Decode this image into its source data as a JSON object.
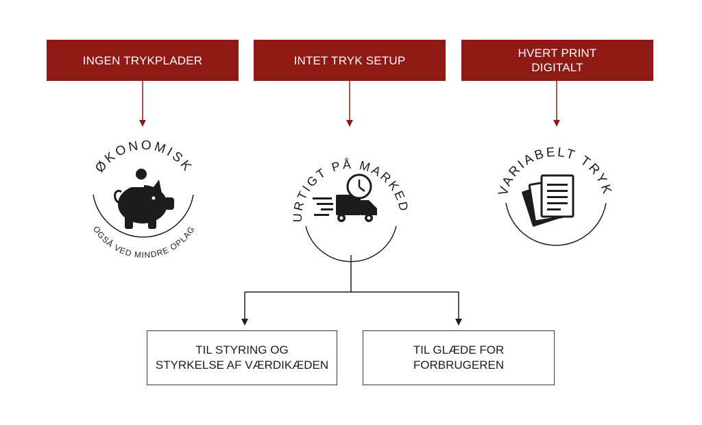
{
  "top_boxes": [
    {
      "line1": "INGEN TRYKPLADER",
      "line2": ""
    },
    {
      "line1": "INTET TRYK SETUP",
      "line2": ""
    },
    {
      "line1": "HVERT PRINT",
      "line2": "DIGITALT"
    }
  ],
  "badges": [
    {
      "title": "ØKONOMISK",
      "subtitle": "OGSÅ VED MINDRE OPLAG",
      "icon": "piggy-bank-icon"
    },
    {
      "title": "HURTIGT PÅ MARKEDET",
      "subtitle": "",
      "icon": "delivery-truck-clock-icon"
    },
    {
      "title": "VARIABELT TRYK",
      "subtitle": "",
      "icon": "document-stack-icon"
    }
  ],
  "bottom_boxes": [
    {
      "line1": "TIL STYRING OG",
      "line2": "STYRKELSE AF VÆRDIKÆDEN"
    },
    {
      "line1": "TIL GLÆDE FOR",
      "line2": "FORBRUGEREN"
    }
  ],
  "colors": {
    "accent": "#8e1a16",
    "ink": "#1c1c1c",
    "line": "#3a3a3a"
  }
}
